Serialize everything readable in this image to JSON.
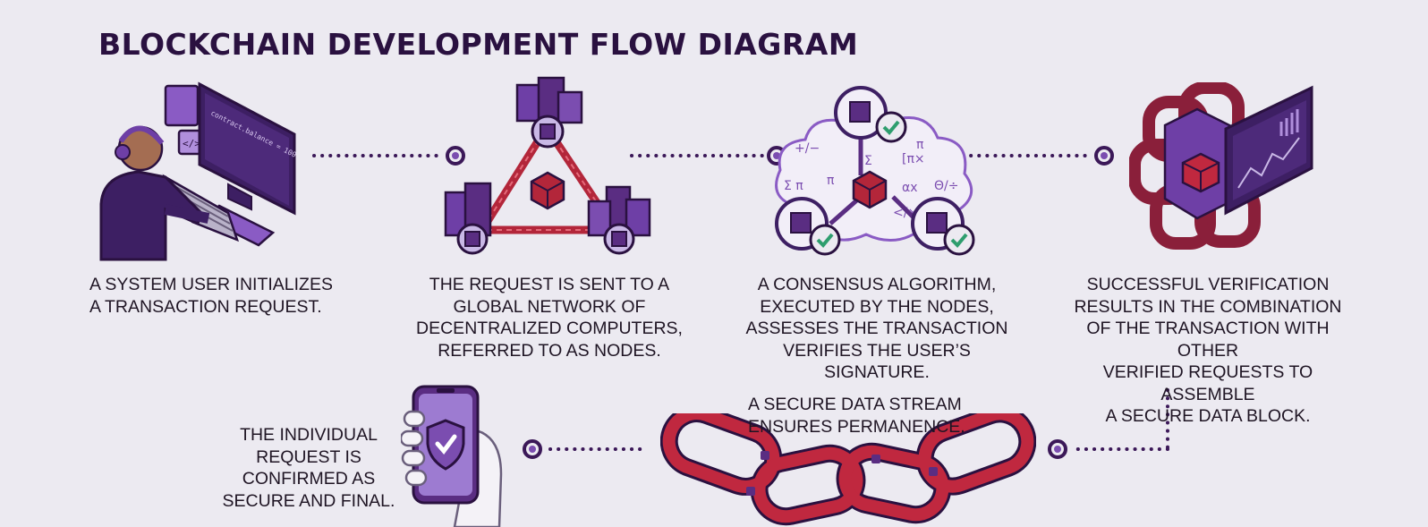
{
  "title": "BLOCKCHAIN DEVELOPMENT FLOW DIAGRAM",
  "steps": [
    {
      "caption": "A SYSTEM USER INITIALIZES\nA TRANSACTION REQUEST."
    },
    {
      "caption": "THE REQUEST IS SENT TO A\nGLOBAL NETWORK OF\nDECENTRALIZED COMPUTERS,\nREFERRED TO AS NODES."
    },
    {
      "caption": "A CONSENSUS ALGORITHM,\nEXECUTED BY THE NODES,\nASSESSES THE TRANSACTION\nVERIFIES THE USER’S SIGNATURE."
    },
    {
      "caption": "SUCCESSFUL VERIFICATION\nRESULTS IN THE COMBINATION\nOF THE TRANSACTION WITH OTHER\nVERIFIED REQUESTS TO ASSEMBLE\nA SECURE DATA BLOCK."
    },
    {
      "caption": "A SECURE DATA STREAM\nENSURES PERMANENCE."
    },
    {
      "caption": "THE INDIVIDUAL\nREQUEST IS\nCONFIRMED AS\nSECURE AND FINAL."
    }
  ],
  "code_screen": {
    "line1": "contract.balance = 100"
  },
  "colors": {
    "purple": "#5a2d82",
    "violet": "#8a5bc4",
    "crimson": "#b3263a",
    "ink": "#2a1140",
    "green": "#2e9e6e"
  },
  "icons": [
    "developer-icon",
    "node-network-icon",
    "consensus-icon",
    "block-icon",
    "chain-icon",
    "phone-shield-icon"
  ]
}
